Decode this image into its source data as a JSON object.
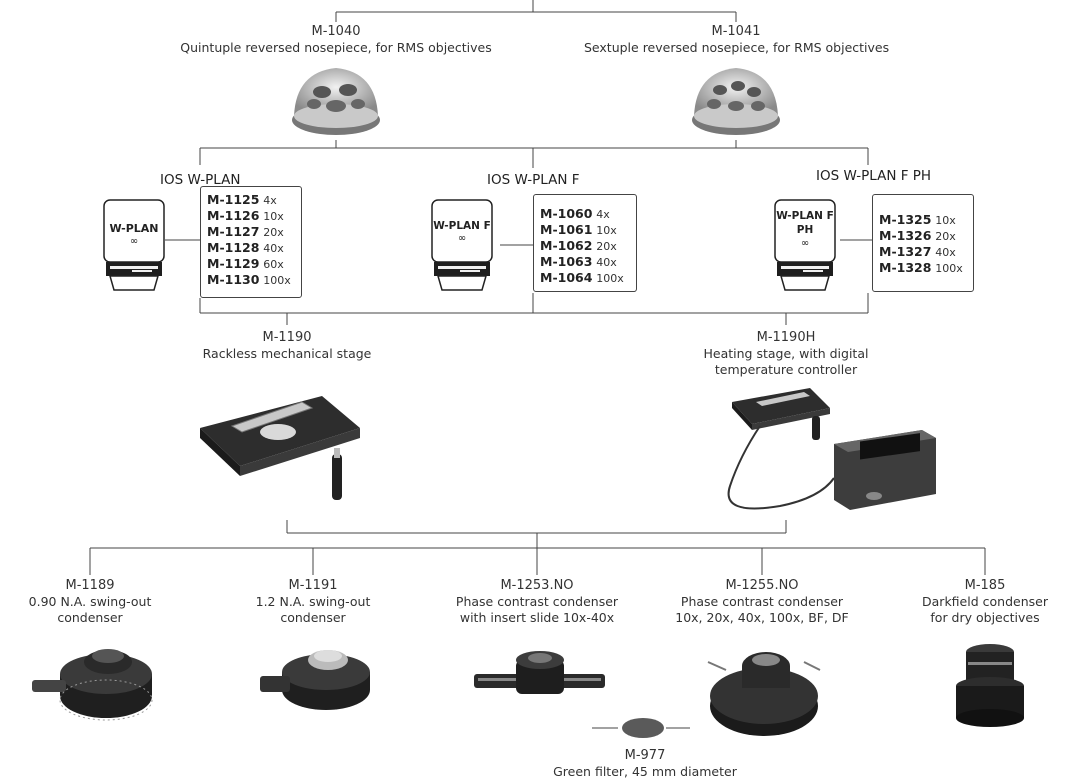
{
  "nosepieces": [
    {
      "code": "M-1040",
      "desc": "Quintuple reversed nosepiece, for RMS objectives"
    },
    {
      "code": "M-1041",
      "desc": "Sextuple reversed nosepiece, for RMS objectives"
    }
  ],
  "objective_series": [
    {
      "title": "IOS W-PLAN",
      "barrel_label": "W-PLAN",
      "barrel_sub": "∞",
      "items": [
        {
          "code": "M-1125",
          "mag": "4x"
        },
        {
          "code": "M-1126",
          "mag": "10x"
        },
        {
          "code": "M-1127",
          "mag": "20x"
        },
        {
          "code": "M-1128",
          "mag": "40x"
        },
        {
          "code": "M-1129",
          "mag": "60x"
        },
        {
          "code": "M-1130",
          "mag": "100x"
        }
      ]
    },
    {
      "title": "IOS W-PLAN F",
      "barrel_label": "W-PLAN F",
      "barrel_sub": "∞",
      "items": [
        {
          "code": "M-1060",
          "mag": "4x"
        },
        {
          "code": "M-1061",
          "mag": "10x"
        },
        {
          "code": "M-1062",
          "mag": "20x"
        },
        {
          "code": "M-1063",
          "mag": "40x"
        },
        {
          "code": "M-1064",
          "mag": "100x"
        }
      ]
    },
    {
      "title": "IOS W-PLAN F PH",
      "barrel_label": "W-PLAN F",
      "barrel_label2": "PH",
      "barrel_sub": "∞",
      "items": [
        {
          "code": "M-1325",
          "mag": "10x"
        },
        {
          "code": "M-1326",
          "mag": "20x"
        },
        {
          "code": "M-1327",
          "mag": "40x"
        },
        {
          "code": "M-1328",
          "mag": "100x"
        }
      ]
    }
  ],
  "stages": [
    {
      "code": "M-1190",
      "desc": "Rackless mechanical stage"
    },
    {
      "code": "M-1190H",
      "desc_line1": "Heating stage, with digital",
      "desc_line2": "temperature controller"
    }
  ],
  "condensers": [
    {
      "code": "M-1189",
      "line1": "0.90 N.A. swing-out",
      "line2": "condenser"
    },
    {
      "code": "M-1191",
      "line1": "1.2 N.A. swing-out",
      "line2": "condenser"
    },
    {
      "code": "M-1253.NO",
      "line1": "Phase contrast condenser",
      "line2": "with insert slide 10x-40x"
    },
    {
      "code": "M-1255.NO",
      "line1": "Phase contrast condenser",
      "line2": "10x, 20x, 40x, 100x, BF, DF"
    },
    {
      "code": "M-185",
      "line1": "Darkfield condenser",
      "line2": "for dry objectives"
    }
  ],
  "filter": {
    "code": "M-977",
    "desc": "Green filter, 45 mm diameter"
  },
  "colors": {
    "line": "#444444",
    "metal": "#b8b8b8",
    "dark": "#2a2a2a",
    "filter": "#555555"
  }
}
